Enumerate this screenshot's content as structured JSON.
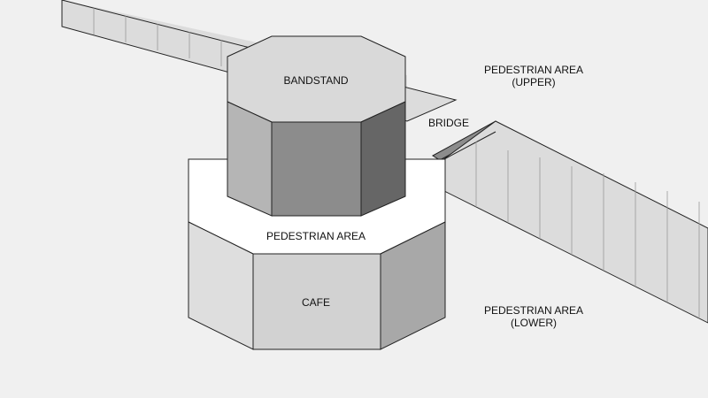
{
  "labels": {
    "bandstand": "BANDSTAND",
    "bridge": "BRIDGE",
    "pedestrian_area_middle": "PEDESTRIAN AREA",
    "cafe": "CAFE",
    "pedestrian_area_upper": [
      "PEDESTRIAN AREA",
      "(UPPER)"
    ],
    "pedestrian_area_lower": [
      "PEDESTRIAN AREA",
      "(LOWER)"
    ]
  },
  "colors": {
    "background": "#f0f0f0",
    "outline": "#222222",
    "wall_face": "#dcdcdc",
    "top_surface": "#d9d9d9",
    "band_left": "#b5b5b5",
    "band_front": "#8c8c8c",
    "band_right": "#666666",
    "cafe_top": "#ffffff",
    "cafe_left": "#dedede",
    "cafe_front": "#d2d2d2",
    "cafe_right": "#a8a8a8"
  }
}
